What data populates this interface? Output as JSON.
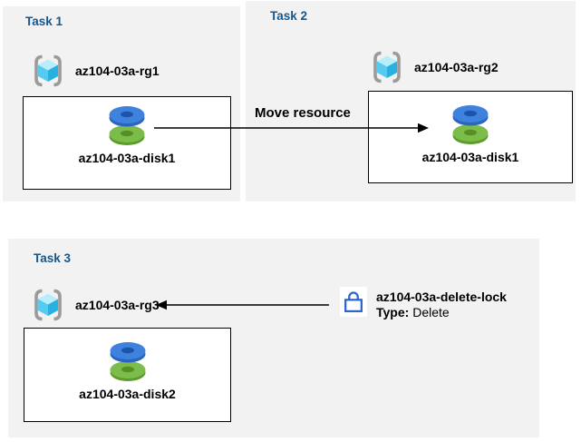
{
  "tasks": [
    {
      "title": "Task 1",
      "resource_group": "az104-03a-rg1",
      "disk": "az104-03a-disk1"
    },
    {
      "title": "Task 2",
      "resource_group": "az104-03a-rg2",
      "disk": "az104-03a-disk1"
    },
    {
      "title": "Task 3",
      "resource_group": "az104-03a-rg3",
      "disk": "az104-03a-disk2"
    }
  ],
  "move_arrow": {
    "label": "Move resource"
  },
  "lock": {
    "name": "az104-03a-delete-lock",
    "type_label": "Type:",
    "type_value": "Delete"
  },
  "icons": {
    "resource_group": "resource-group-icon",
    "disk": "disk-icon",
    "lock": "lock-icon"
  },
  "colors": {
    "panel_background": "#f2f2f2",
    "task_title_blue": "#16568c",
    "disk_blue": "#3e82dd",
    "disk_blue_dark": "#2a66c0",
    "disk_green": "#7cbc4a",
    "disk_green_dark": "#5c9c2c",
    "cube_cyan_light": "#b8edfa",
    "cube_cyan": "#55cbf2",
    "cube_cyan_dark": "#27b1e2",
    "bracket_gray": "#9b9b9b",
    "lock_blue": "#2a65d3",
    "arrow_black": "#000000"
  }
}
